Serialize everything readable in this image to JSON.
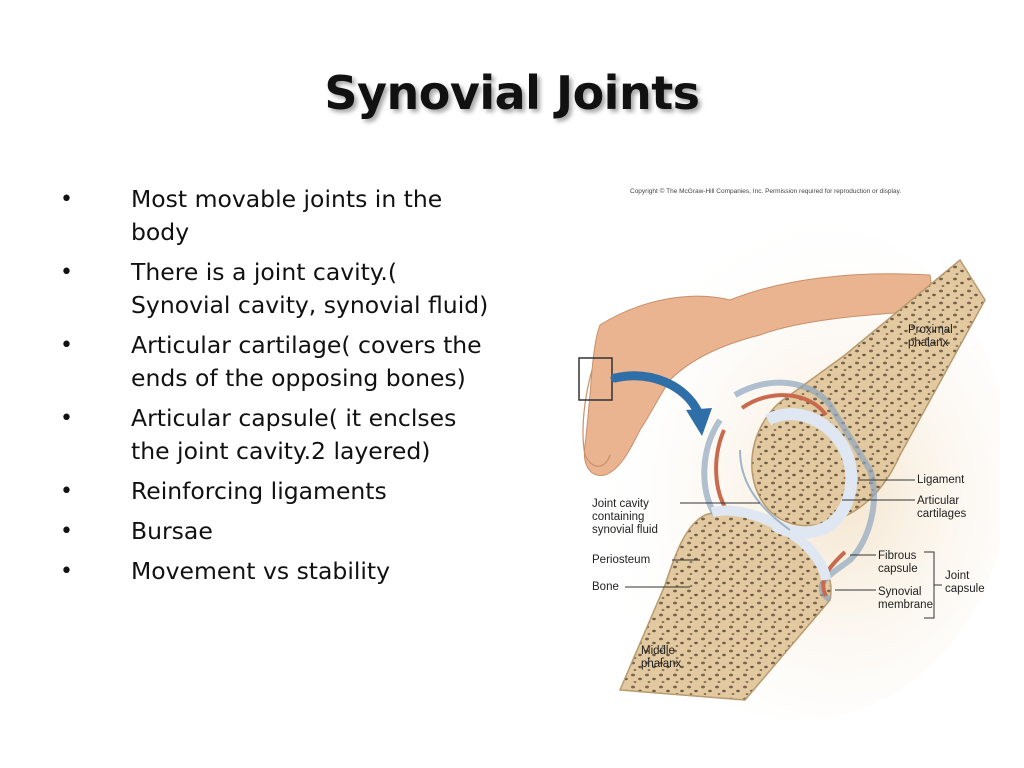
{
  "slide": {
    "title": "Synovial Joints",
    "bullets": [
      "Most movable joints in the body",
      "There is a joint cavity.( Synovial cavity, synovial fluid)",
      "Articular cartilage( covers the ends of the opposing bones)",
      "Articular capsule( it enclses the joint cavity.2 layered)",
      "Reinforcing ligaments",
      "Bursae",
      "Movement vs stability"
    ],
    "bullet_symbol": "•"
  },
  "figure": {
    "copyright": "Copyright © The McGraw-Hill Companies, Inc. Permission required for reproduction or display.",
    "labels": {
      "proximal_phalanx_1": "Proximal",
      "proximal_phalanx_2": "phalanx",
      "ligament": "Ligament",
      "articular_cartilages_1": "Articular",
      "articular_cartilages_2": "cartilages",
      "joint_cavity_1": "Joint cavity",
      "joint_cavity_2": "containing",
      "joint_cavity_3": "synovial fluid",
      "periosteum": "Periosteum",
      "bone": "Bone",
      "fibrous_capsule_1": "Fibrous",
      "fibrous_capsule_2": "capsule",
      "synovial_membrane_1": "Synovial",
      "synovial_membrane_2": "membrane",
      "joint_capsule_1": "Joint",
      "joint_capsule_2": "capsule",
      "middle_phalanx_1": "Middle",
      "middle_phalanx_2": "phalanx"
    },
    "colors": {
      "bone": "#e8cfa6",
      "spongy_bone": "#6b5a45",
      "cartilage": "#dfe8f2",
      "synovial_membrane": "#c96a4e",
      "skin": "#e9b48f",
      "arrow": "#2f6fa8"
    }
  }
}
